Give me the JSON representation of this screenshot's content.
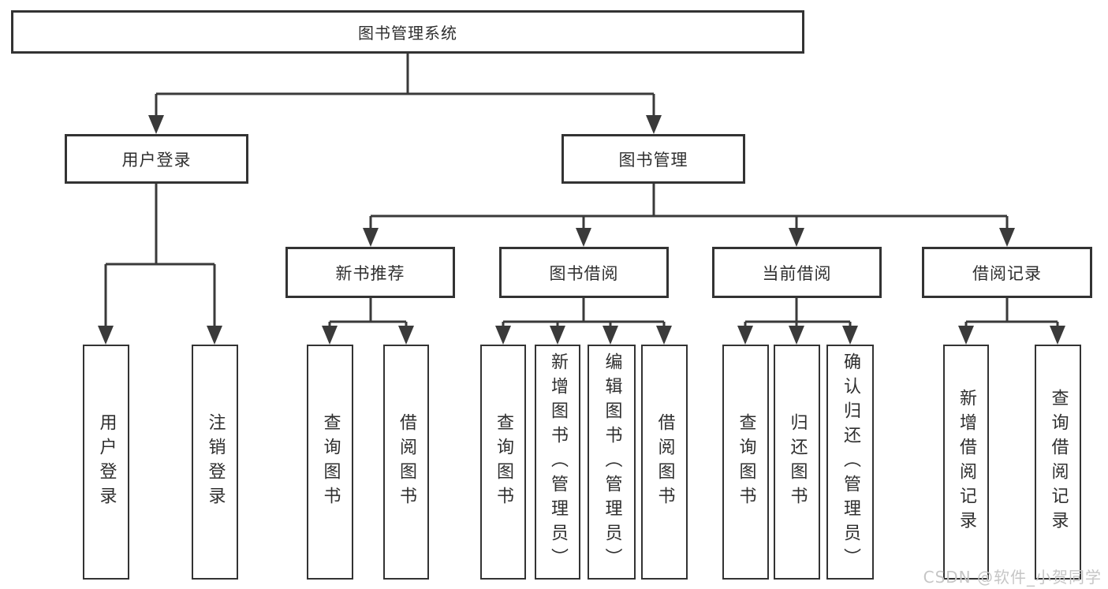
{
  "tree": {
    "root": "图书管理系统",
    "user_login": {
      "label": "用户登录",
      "children": {
        "login": "用户登录",
        "logout": "注销登录"
      }
    },
    "book_mgmt": {
      "label": "图书管理",
      "sections": {
        "new_book_rec": {
          "label": "新书推荐",
          "children": {
            "query": "查询图书",
            "borrow": "借阅图书"
          }
        },
        "book_borrow": {
          "label": "图书借阅",
          "children": {
            "query": "查询图书",
            "add": "新增图书（管理员）",
            "edit": "编辑图书（管理员）",
            "borrow": "借阅图书"
          }
        },
        "current_borrow": {
          "label": "当前借阅",
          "children": {
            "query": "查询图书",
            "return_book": "归还图书",
            "confirm": "确认归还（管理员）"
          }
        },
        "borrow_records": {
          "label": "借阅记录",
          "children": {
            "add": "新增借阅记录",
            "query": "查询借阅记录"
          }
        }
      }
    }
  },
  "watermark": "CSDN @软件_小贺同学",
  "colors": {
    "line": "#3a3a3a",
    "border": "#333333",
    "text": "#2f2f2f",
    "watermark": "#c6c6c6"
  }
}
